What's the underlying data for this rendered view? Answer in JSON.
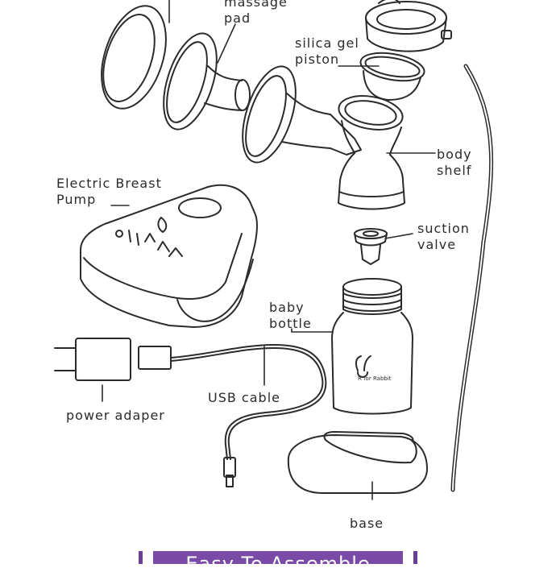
{
  "labels": {
    "massage_pad": [
      "massage",
      "pad"
    ],
    "silica_gel_piston": [
      "silica gel",
      "piston"
    ],
    "body_shelf": [
      "body",
      "shelf"
    ],
    "electric_breast_pump": [
      "Electric Breast",
      "Pump"
    ],
    "suction_valve": [
      "suction",
      "valve"
    ],
    "baby_bottle": [
      "baby",
      "bottle"
    ],
    "usb_cable": "USB cable",
    "power_adapter": "power adaper",
    "base": "base"
  },
  "bottle_brand": "R for Rabbit",
  "banner": "Easy To Assemble",
  "colors": {
    "line": "#2b2b2b",
    "banner": "#7a4ba6",
    "banner_edge": "#6b3f96"
  }
}
